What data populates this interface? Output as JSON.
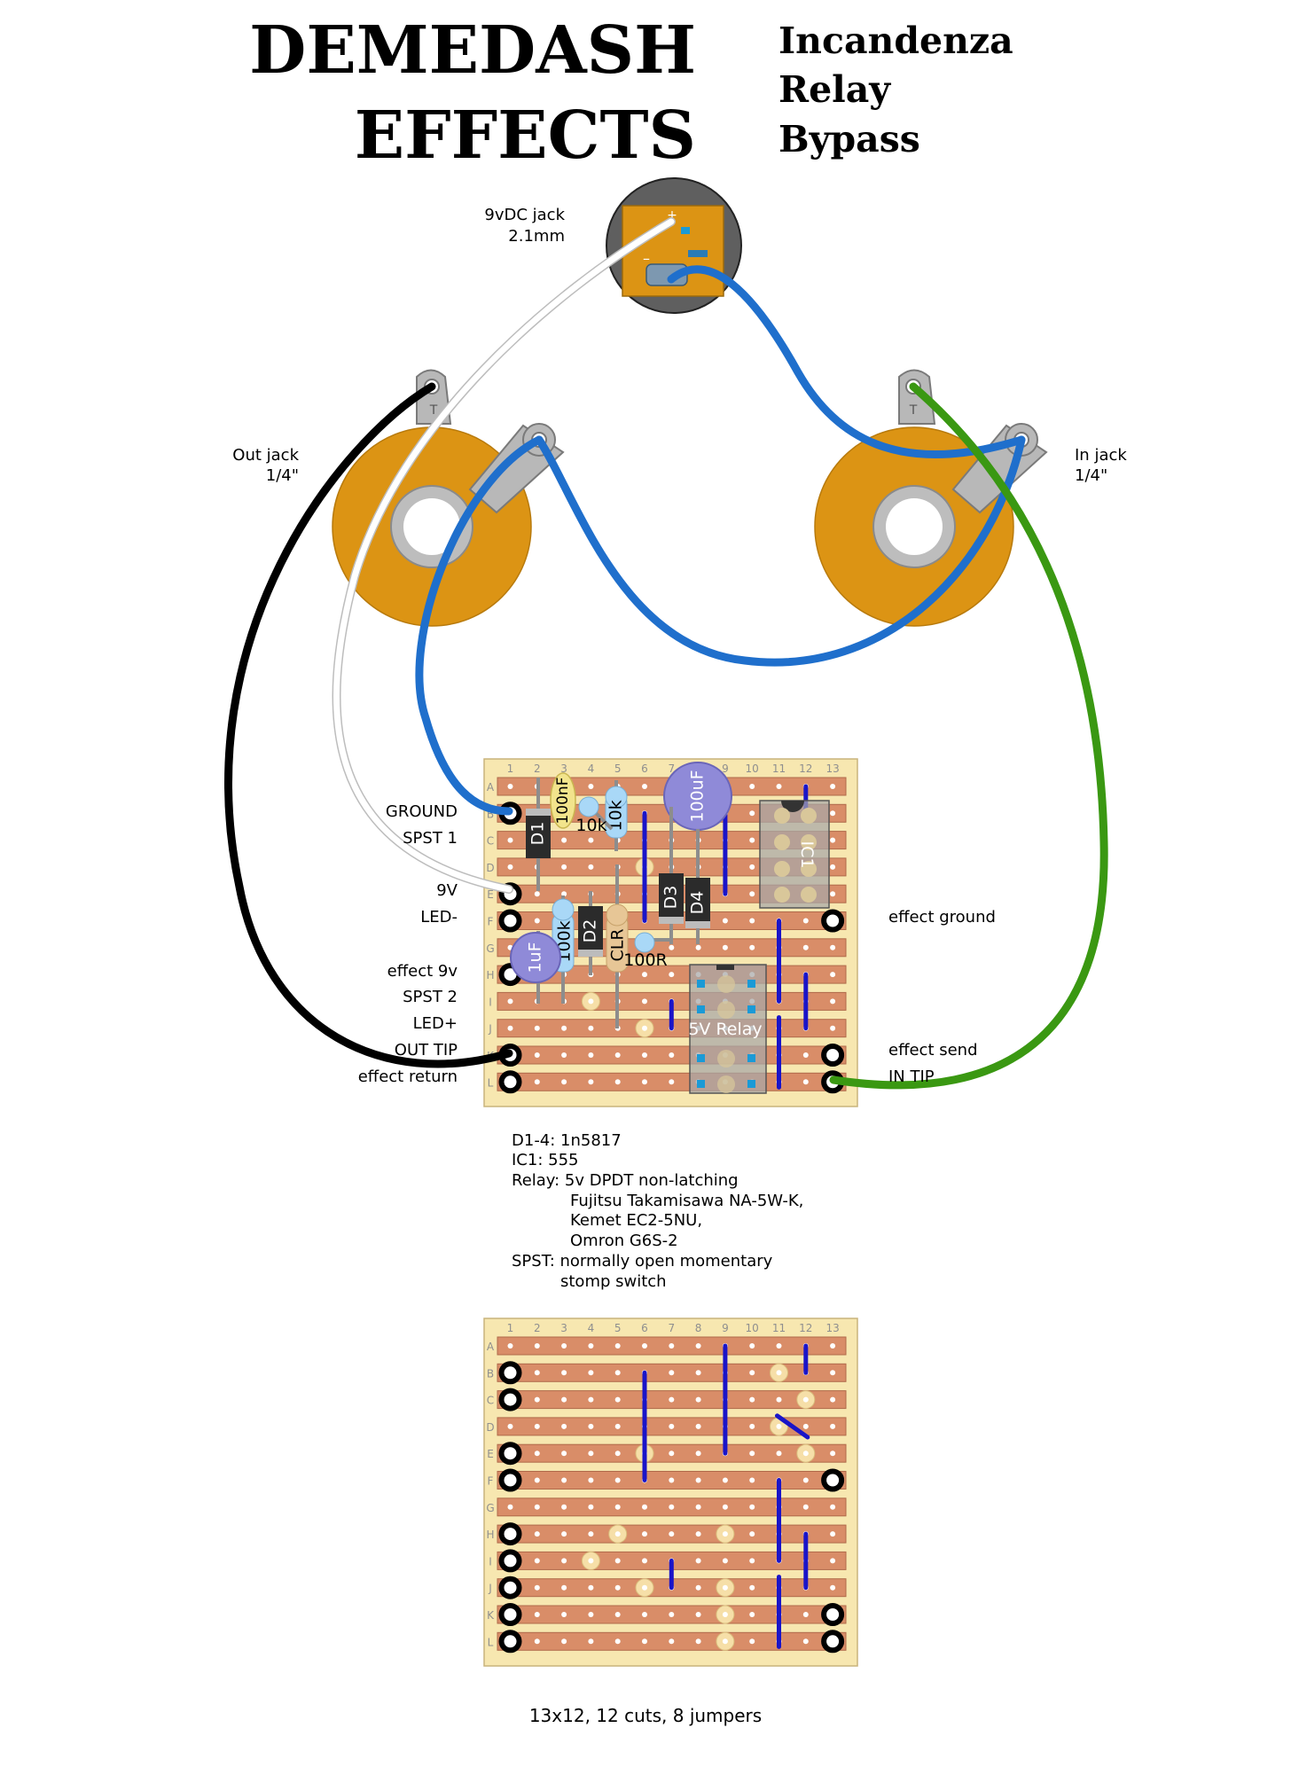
{
  "brand": {
    "line1": "DEMEDASH",
    "line2": "EFFECTS"
  },
  "subtitle": {
    "line1": "Incandenza",
    "line2": "Relay",
    "line3": "Bypass"
  },
  "jacks": {
    "dc": {
      "line1": "9vDC jack",
      "line2": "2.1mm",
      "plus": "+",
      "minus": "–"
    },
    "out": {
      "line1": "Out jack",
      "line2": "1/4\"",
      "tip": "T"
    },
    "in": {
      "line1": "In jack",
      "line2": "1/4\"",
      "tip": "T"
    }
  },
  "board": {
    "columns": [
      "1",
      "2",
      "3",
      "4",
      "5",
      "6",
      "7",
      "8",
      "9",
      "10",
      "11",
      "12",
      "13"
    ],
    "rows": [
      "A",
      "B",
      "C",
      "D",
      "E",
      "F",
      "G",
      "H",
      "I",
      "J",
      "K",
      "L"
    ],
    "left_labels": [
      "GROUND",
      "SPST 1",
      "9V",
      "LED-",
      "effect 9v",
      "SPST 2",
      "LED+",
      "OUT TIP",
      "effect return"
    ],
    "right_labels": [
      "effect ground",
      "effect send",
      "IN TIP"
    ]
  },
  "parts": {
    "d1": "D1",
    "d2": "D2",
    "d3": "D3",
    "d4": "D4",
    "c_100nf": "100nF",
    "r_10k_a": "10k",
    "r_10k_b": "10k",
    "c_100uf": "100uF",
    "ic1": "IC1",
    "c_1uf": "1uF",
    "r_100k": "100k",
    "r_clr": "CLR",
    "r_100r": "100R",
    "relay": "5V Relay"
  },
  "bom": [
    "D1-4: 1n5817",
    "IC1: 555",
    "Relay: 5v DPDT non-latching",
    "Fujitsu Takamisawa NA-5W-K,",
    "Kemet EC2-5NU,",
    "Omron G6S-2",
    "SPST: normally open momentary",
    "stomp switch"
  ],
  "footer": "13x12, 12 cuts, 8 jumpers",
  "colors": {
    "board": "#f7e7b0",
    "strip": "#d98d68",
    "jack": "#dc9414",
    "jumper": "#1a14c8",
    "wire_blue": "#1f6fcc",
    "wire_green": "#3a9812",
    "wire_black": "#000000",
    "wire_white": "#ffffff",
    "diode": "#2b2b2b",
    "resistor": "#a9d8f7",
    "electrolytic": "#8f8ad8",
    "film_cap": "#f2e48c"
  }
}
